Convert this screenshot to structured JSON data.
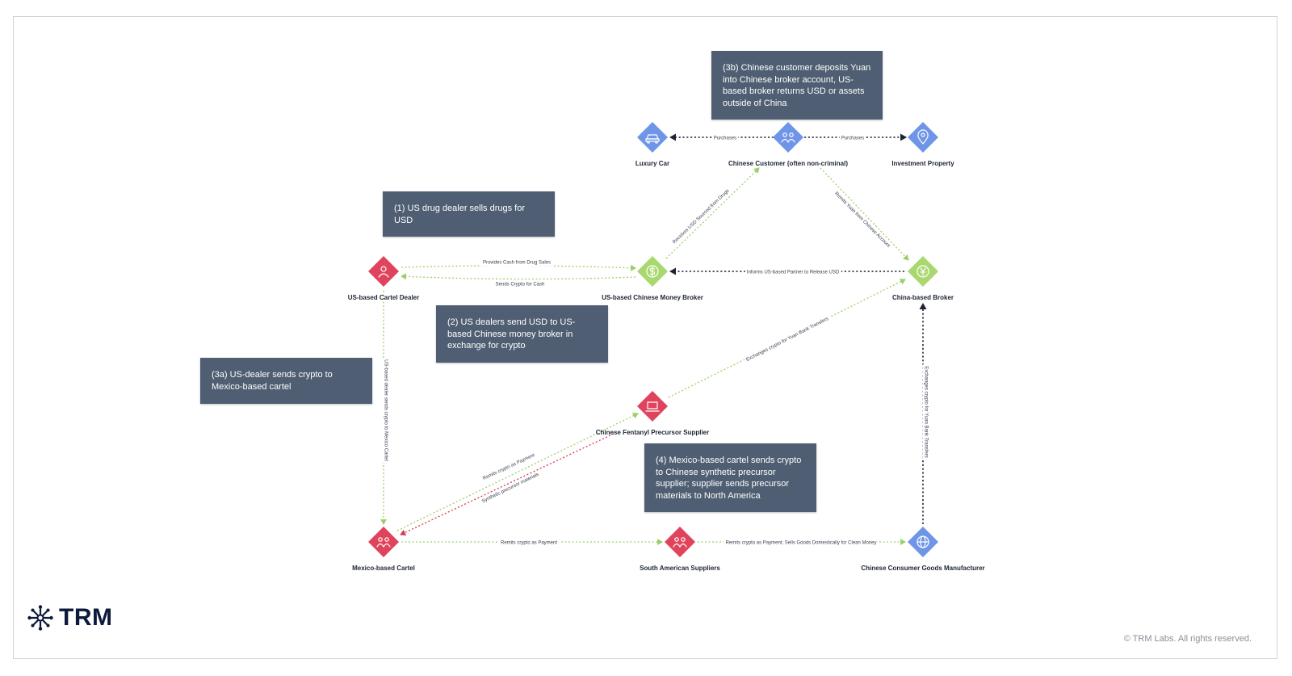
{
  "colors": {
    "red_node": "#e0445c",
    "green_node": "#a9d86e",
    "blue_node": "#6f95e8",
    "green_edge": "#9ccf6a",
    "black_edge": "#1d2433",
    "red_edge": "#d43a52",
    "callout_bg": "#4f5e72"
  },
  "nodes": [
    {
      "id": "luxury_car",
      "label": "Luxury Car",
      "color": "blue",
      "icon": "car-icon"
    },
    {
      "id": "chinese_customer",
      "label": "Chinese Customer (often non-criminal)",
      "color": "blue",
      "icon": "people-icon"
    },
    {
      "id": "investment_property",
      "label": "Investment Property",
      "color": "blue",
      "icon": "location-pin-icon"
    },
    {
      "id": "us_cartel_dealer",
      "label": "US-based Cartel Dealer",
      "color": "red",
      "icon": "person-icon"
    },
    {
      "id": "us_chinese_broker",
      "label": "US-based Chinese Money Broker",
      "color": "green",
      "icon": "dollar-icon"
    },
    {
      "id": "china_broker",
      "label": "China-based Broker",
      "color": "green",
      "icon": "yuan-icon"
    },
    {
      "id": "fentanyl_supplier",
      "label": "Chinese Fentanyl Precursor Supplier",
      "color": "red",
      "icon": "laptop-icon"
    },
    {
      "id": "mexico_cartel",
      "label": "Mexico-based Cartel",
      "color": "red",
      "icon": "group-icon"
    },
    {
      "id": "south_american",
      "label": "South American Suppliers",
      "color": "red",
      "icon": "group-icon"
    },
    {
      "id": "consumer_goods",
      "label": "Chinese Consumer Goods Manufacturer",
      "color": "blue",
      "icon": "globe-icon"
    }
  ],
  "edges": [
    {
      "id": "purchases_car",
      "label": "Purchases",
      "style": "black"
    },
    {
      "id": "purchases_property",
      "label": "Purchases",
      "style": "black"
    },
    {
      "id": "provides_cash",
      "label": "Provides Cash from Drug Sales",
      "style": "green"
    },
    {
      "id": "sends_crypto_cash",
      "label": "Sends Crypto for Cash",
      "style": "green"
    },
    {
      "id": "receives_usd",
      "label": "Receives USD Sourced from Drugs",
      "style": "green"
    },
    {
      "id": "remits_yuan",
      "label": "Remits Yuan from Chinese Account",
      "style": "green"
    },
    {
      "id": "informs_partner",
      "label": "Informs US-based Partner to Release USD",
      "style": "black"
    },
    {
      "id": "dealer_to_cartel",
      "label": "US-based dealer sends crypto to Mexico Cartel",
      "style": "green"
    },
    {
      "id": "exchanges_crypto_supplier",
      "label": "Exchanges crypto for Yuan Bank Transfers",
      "style": "green"
    },
    {
      "id": "remits_payment_supplier",
      "label": "Remits crypto as Payment",
      "style": "green"
    },
    {
      "id": "synthetic_precursor",
      "label": "Synthetic precursor materials",
      "style": "red"
    },
    {
      "id": "remits_payment_south",
      "label": "Remits crypto as Payment",
      "style": "green"
    },
    {
      "id": "remits_goods",
      "label": "Remits crypto as Payment; Sells Goods Domestically for Clean Money",
      "style": "green"
    },
    {
      "id": "exchanges_crypto_manufacturer",
      "label": "Exchanges crypto for Yuan Bank Transfers",
      "style": "black"
    }
  ],
  "callouts": {
    "step_3b": "(3b) Chinese customer deposits Yuan into Chinese broker account, US-based broker returns USD or assets outside of China",
    "step_1": "(1) US drug dealer sells drugs for USD",
    "step_2": "(2) US dealers send USD to US-based Chinese money broker in exchange for crypto",
    "step_3a": "(3a) US-dealer sends crypto to Mexico-based cartel",
    "step_4": "(4) Mexico-based cartel sends crypto to Chinese synthetic precursor supplier; supplier sends precursor materials to North America"
  },
  "branding": {
    "logo_text": "TRM",
    "logo_icon": "trm-asterisk-icon",
    "copyright": "© TRM Labs. All rights reserved."
  }
}
